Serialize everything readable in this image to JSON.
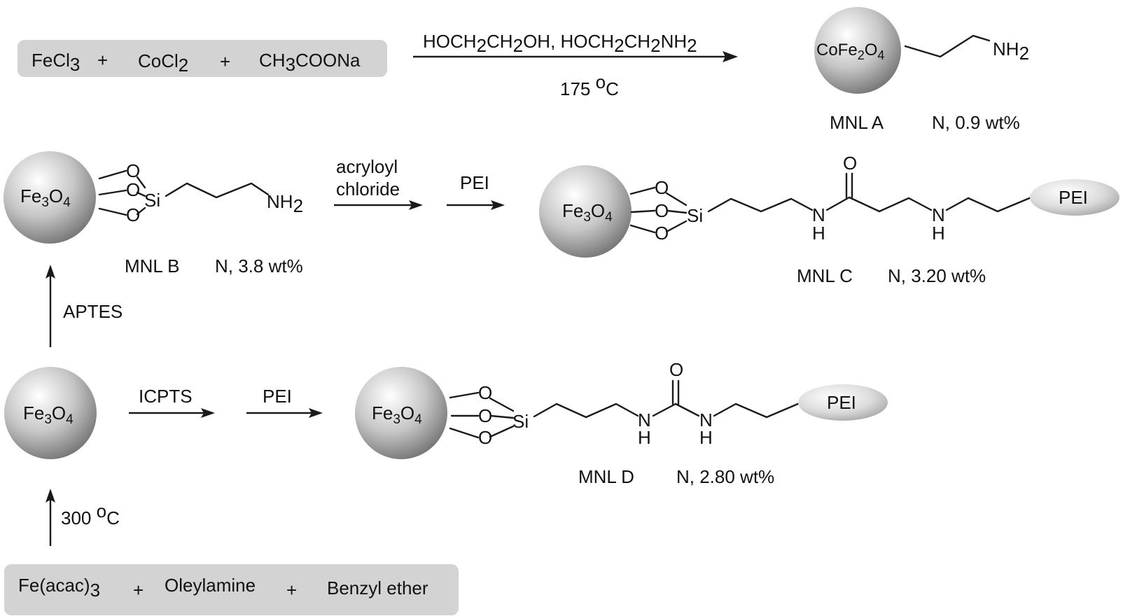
{
  "colors": {
    "ink": "#111111",
    "reagent_box": "#d3d3d3",
    "sphere_light": "#ffffff",
    "sphere_dark": "#7a7a7a",
    "pei_light": "#ffffff",
    "pei_dark": "#a9a9a9"
  },
  "top_reaction": {
    "r1": "FeCl",
    "r1_sub": "3",
    "plus1": "+",
    "r2": "CoCl",
    "r2_sub": "2",
    "plus2": "+",
    "r3a": "CH",
    "r3_sub": "3",
    "r3b": "COONa",
    "cond_above": {
      "a": "HOCH",
      "s1": "2",
      "b": "CH",
      "s2": "2",
      "c": "OH, HOCH",
      "s3": "2",
      "d": "CH",
      "s4": "2",
      "e": "NH",
      "s5": "2"
    },
    "cond_below": {
      "a": "175 ",
      "sup": "o",
      "b": "C"
    }
  },
  "mnl_a": {
    "core": {
      "a": "CoFe",
      "s1": "2",
      "b": "O",
      "s2": "4"
    },
    "amine": {
      "a": "NH",
      "s": "2"
    },
    "name": "MNL ",
    "letter": "A",
    "n_content": "N, 0.9 wt%"
  },
  "mnl_b": {
    "core": {
      "a": "Fe",
      "s1": "3",
      "b": "O",
      "s2": "4"
    },
    "o1": "O",
    "o2": "O",
    "o3": "O",
    "si": "Si",
    "amine": {
      "a": "NH",
      "s": "2"
    },
    "name": "MNL ",
    "letter": "B",
    "n_content": "N, 3.8 wt%"
  },
  "b_to_c": {
    "reagent1a": "acryloyl",
    "reagent1b": "chloride",
    "reagent2": "PEI"
  },
  "mnl_c": {
    "core": {
      "a": "Fe",
      "s1": "3",
      "b": "O",
      "s2": "4"
    },
    "o1": "O",
    "o2": "O",
    "o3": "O",
    "si": "Si",
    "n1": "N",
    "h1": "H",
    "carbonyl_o": "O",
    "n2": "N",
    "h2": "H",
    "pei": "PEI",
    "name": "MNL ",
    "letter": "C",
    "n_content": "N, 3.20 wt%"
  },
  "aptes_label": "APTES",
  "fe3o4_center": {
    "a": "Fe",
    "s1": "3",
    "b": "O",
    "s2": "4"
  },
  "to_d": {
    "reagent1": "ICPTS",
    "reagent2": "PEI"
  },
  "mnl_d": {
    "core": {
      "a": "Fe",
      "s1": "3",
      "b": "O",
      "s2": "4"
    },
    "o1": "O",
    "o2": "O",
    "o3": "O",
    "si": "Si",
    "n1": "N",
    "h1": "H",
    "carbonyl_o": "O",
    "n2": "N",
    "h2": "H",
    "pei": "PEI",
    "name": "MNL ",
    "letter": "D",
    "n_content": "N, 2.80 wt%"
  },
  "bottom_cond": {
    "a": "300 ",
    "sup": "o",
    "b": "C"
  },
  "bottom_reaction": {
    "r1": "Fe(acac)",
    "r1_sub": "3",
    "plus1": "+",
    "r2": "Oleylamine",
    "plus2": "+",
    "r3": "Benzyl ether"
  }
}
